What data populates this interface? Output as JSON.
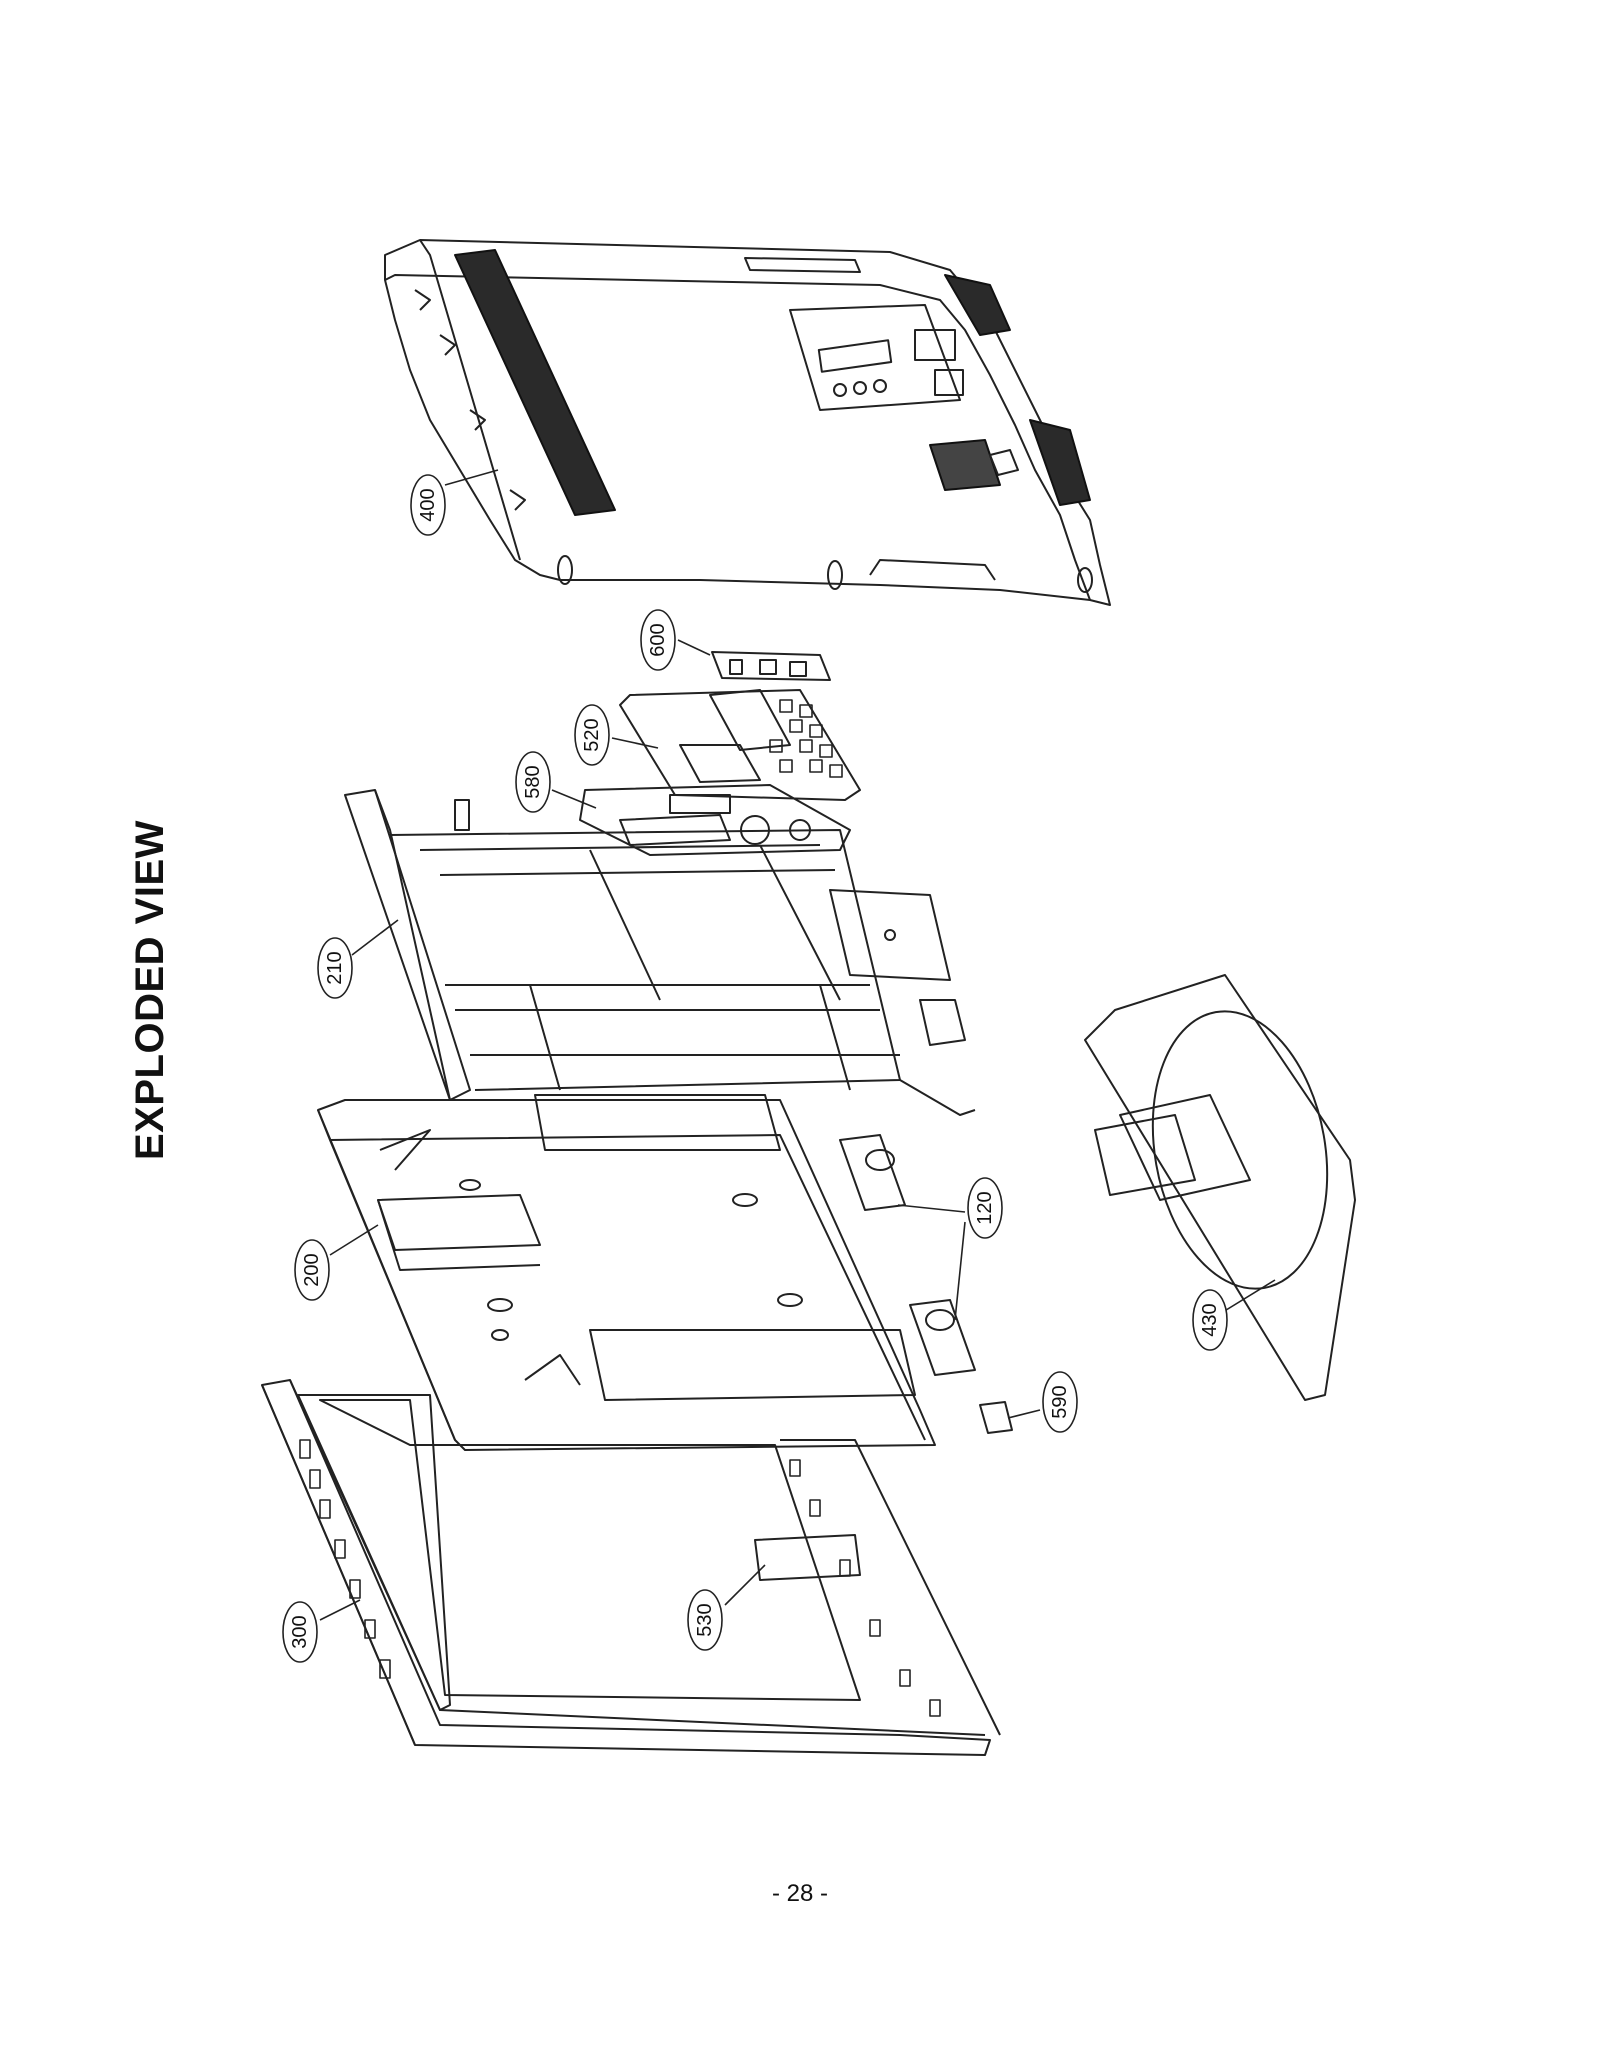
{
  "title": "EXPLODED VIEW",
  "page_number": "- 28 -",
  "callouts": [
    {
      "id": "back-cover",
      "label": "400"
    },
    {
      "id": "av-bracket",
      "label": "600"
    },
    {
      "id": "main-board",
      "label": "520"
    },
    {
      "id": "power-board",
      "label": "580"
    },
    {
      "id": "chassis-frame",
      "label": "210"
    },
    {
      "id": "lcd-panel",
      "label": "200"
    },
    {
      "id": "speaker",
      "label": "120"
    },
    {
      "id": "stand",
      "label": "430"
    },
    {
      "id": "ir-board",
      "label": "590"
    },
    {
      "id": "key-board",
      "label": "530"
    },
    {
      "id": "front-cabinet",
      "label": "300"
    }
  ]
}
